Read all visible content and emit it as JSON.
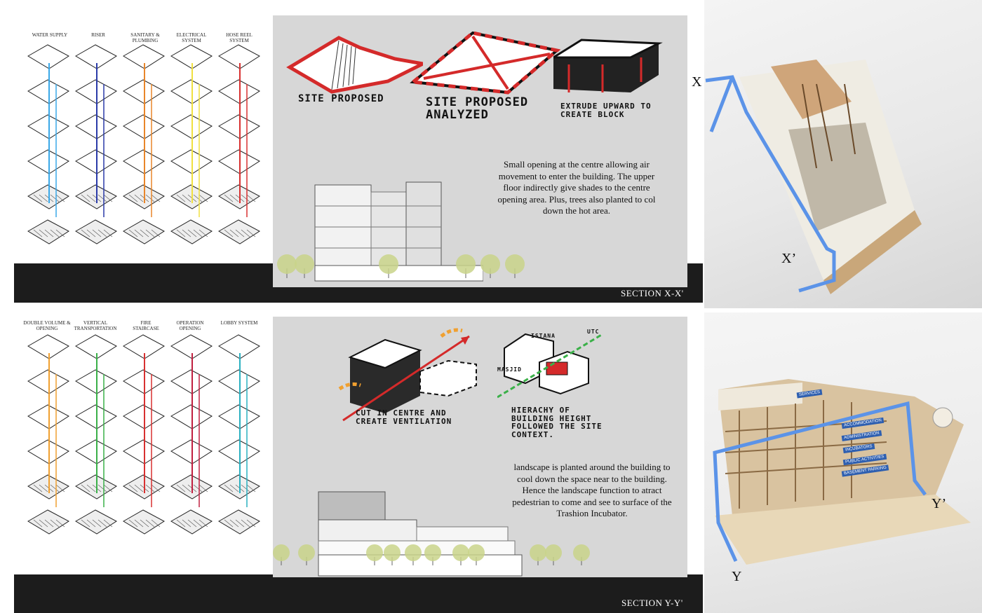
{
  "top_row": {
    "services": [
      "WATER SUPPLY",
      "RISER",
      "SANITARY & PLUMBING",
      "ELECTRICAL SYSTEM",
      "HOSE REEL SYSTEM"
    ],
    "service_colors": [
      "#3aa8e8",
      "#2a3aa8",
      "#e8862a",
      "#f0e040",
      "#d83030"
    ],
    "sketches": {
      "site_proposed": "SITE PROPOSED",
      "site_analyzed": "SITE PROPOSED ANALYZED",
      "extrude": "EXTRUDE UPWARD TO CREATE BLOCK"
    },
    "note": "Small opening at the centre allowing air movement to enter the building. The upper floor indirectly give shades to the centre opening area. Plus, trees also planted to col down the hot area.",
    "section_title": "SECTION X-X'",
    "model_labels": {
      "start": "X",
      "end": "X’"
    }
  },
  "bottom_row": {
    "services": [
      "DOUBLE VOLUME & OPENING",
      "VERTICAL TRANSPORTATION",
      "FIRE STAIRCASE",
      "OPERATION OPENING",
      "LOBBY SYSTEM"
    ],
    "service_colors": [
      "#f0a030",
      "#3ab048",
      "#d83030",
      "#c02040",
      "#2ab0c0"
    ],
    "sketches": {
      "cut": "CUT IN CENTRE AND CREATE VENTILATION",
      "hierarchy": "HIERACHY OF BUILDING HEIGHT FOLLOWED THE SITE CONTEXT.",
      "istana": "ISTANA",
      "utc": "UTC",
      "masjid": "MASJID"
    },
    "note": "landscape is planted around the building to cool down the space near to the building. Hence the landscape function to atract pedestrian to come and see to surface of the Trashion Incubator.",
    "section_title": "SECTION Y-Y'",
    "model_labels": {
      "start": "Y",
      "end": "Y’"
    },
    "model_signs": [
      "SERVICES",
      "ACCOMMODATION",
      "ADMINISTRATION",
      "INCUBATORS",
      "PUBLIC ACTIVITIES",
      "BASEMENT PARKING"
    ]
  },
  "colors": {
    "panel": "#d7d7d7",
    "ground": "#1c1c1c",
    "axis_line": "#5b93e8",
    "tree": "#c9d48a"
  }
}
